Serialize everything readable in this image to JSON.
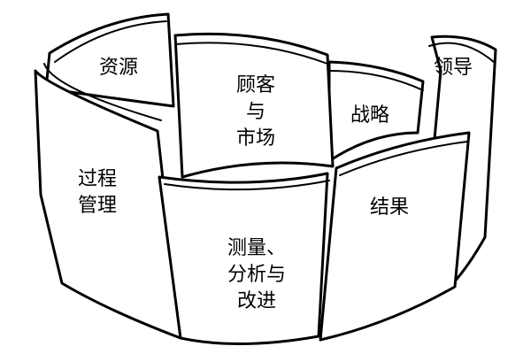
{
  "diagram": {
    "segments": {
      "resources": [
        "资源"
      ],
      "customers_market": [
        "顾客",
        "与",
        "市场"
      ],
      "strategy": [
        "战略"
      ],
      "leadership": [
        "领导"
      ],
      "process_management": [
        "过程",
        "管理"
      ],
      "measurement": [
        "测量、",
        "分析与",
        "改进"
      ],
      "results": [
        "结果"
      ]
    },
    "colors": {
      "line": "#000000",
      "fill": "#ffffff"
    }
  }
}
